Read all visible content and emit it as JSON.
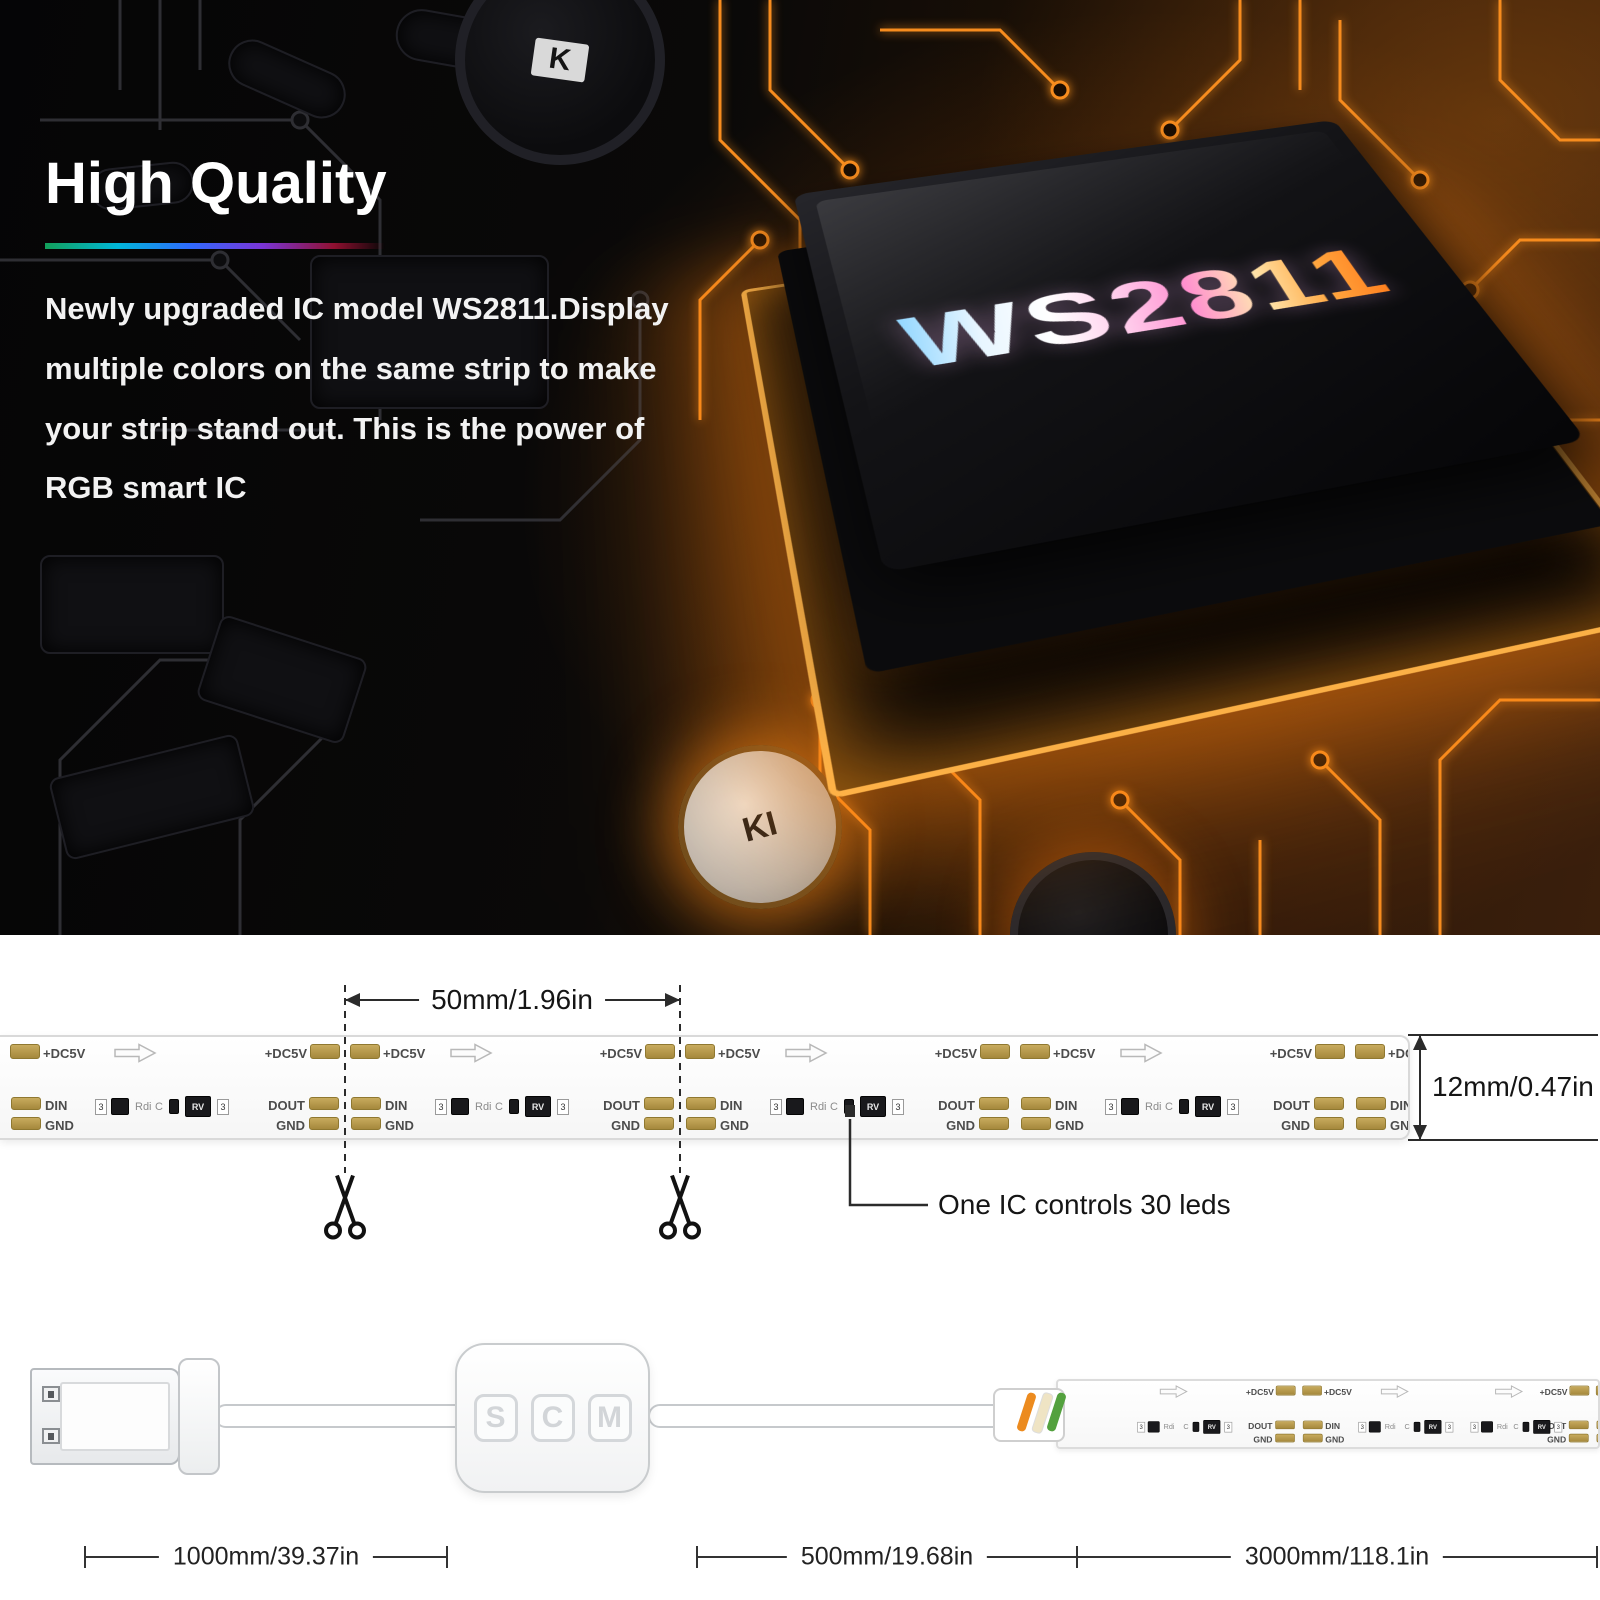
{
  "hero": {
    "title": "High Quality",
    "description": "Newly upgraded IC model WS2811.Display multiple colors on the same strip to make your strip stand out. This is the power of RGB smart IC",
    "chip_label": "WS2811",
    "board_labels": {
      "cap1": "K",
      "cap2": "KI"
    },
    "accent_gradient": [
      "#12a05a",
      "#00b7d8",
      "#2e6bff",
      "#7a35d8",
      "#8f1030"
    ]
  },
  "strip_diagram": {
    "pitch_label": "50mm/1.96in",
    "width_label": "12mm/0.47in",
    "ic_note": "One IC controls 30 leds",
    "labels": {
      "power": "+DC5V",
      "din": "DIN",
      "gnd": "GND",
      "dout": "DOUT",
      "resistor": "Rdi",
      "cap": "C",
      "ic": "RV",
      "value": "3"
    }
  },
  "controller_diagram": {
    "buttons": [
      "S",
      "C",
      "M"
    ],
    "segment_lengths": [
      "1000mm/39.37in",
      "500mm/19.68in",
      "3000mm/118.1in"
    ]
  },
  "icons": {
    "scissors": "✂",
    "direction_arrow": "⇨"
  },
  "colors": {
    "trace_orange": "#f78c1e",
    "pad_gold": "#b5954a",
    "board_dark": "#0a0908"
  }
}
